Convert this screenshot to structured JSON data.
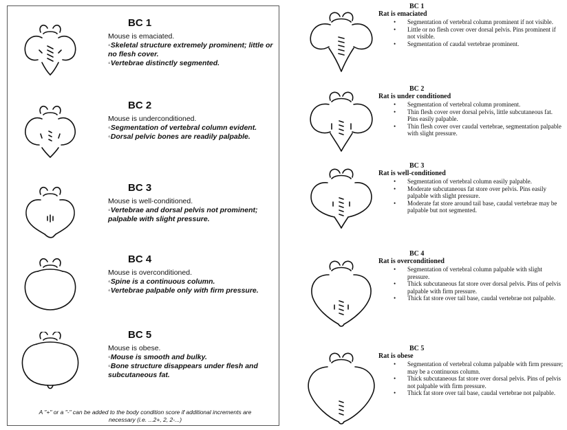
{
  "mouse": {
    "levels": [
      {
        "label": "BC 1",
        "status": "Mouse is emaciated.",
        "bullets": [
          "Skeletal structure extremely prominent; little or no flesh cover.",
          "Vertebrae distinctly segmented."
        ]
      },
      {
        "label": "BC 2",
        "status": "Mouse is underconditioned.",
        "bullets": [
          "Segmentation of vertebral column evident.",
          "Dorsal pelvic bones are readily palpable."
        ]
      },
      {
        "label": "BC 3",
        "status": "Mouse is well-conditioned.",
        "bullets": [
          "Vertebrae and dorsal pelvis not prominent; palpable with slight pressure."
        ]
      },
      {
        "label": "BC 4",
        "status": "Mouse is overconditioned.",
        "bullets": [
          "Spine is a continuous column.",
          "Vertebrae palpable only with firm pressure."
        ]
      },
      {
        "label": "BC 5",
        "status": "Mouse is obese.",
        "bullets": [
          "Mouse is smooth and bulky.",
          "Bone structure disappears under flesh and subcutaneous fat."
        ]
      }
    ],
    "footnote": "A \"+\" or a \"-\" can be added to the body condition score if additional increments are necessary (i.e. ...2+, 2, 2-...)"
  },
  "rat": {
    "levels": [
      {
        "label": "BC 1",
        "prefix": "Rat is",
        "status": "emaciated",
        "bullets": [
          "Segmentation of vertebral column prominent if not visible.",
          "Little or no flesh cover over dorsal pelvis. Pins prominent if not visible.",
          "Segmentation of caudal vertebrae prominent."
        ]
      },
      {
        "label": "BC 2",
        "prefix": "Rat is",
        "status": "under conditioned",
        "bullets": [
          "Segmentation of vertebral column prominent.",
          "Thin flesh cover over dorsal pelvis, little subcutaneous fat. Pins easily palpable.",
          "Thin flesh cover over caudal vertebrae, segmentation palpable with slight pressure."
        ]
      },
      {
        "label": "BC 3",
        "prefix": "Rat is",
        "status": "well-conditioned",
        "bullets": [
          "Segmentation of vertebral column easily palpable.",
          "Moderate subcutaneous fat store over pelvis. Pins easily palpable with slight pressure.",
          "Moderate fat store around tail base, caudal vertebrae may be palpable but not segmented."
        ]
      },
      {
        "label": "BC 4",
        "prefix": "Rat is",
        "status": "overconditioned",
        "bullets": [
          "Segmentation of vertebral column palpable with slight pressure.",
          "Thick subcutaneous fat store over dorsal pelvis. Pins of pelvis palpable with firm pressure.",
          "Thick fat store over tail base, caudal vertebrae not palpable."
        ]
      },
      {
        "label": "BC 5",
        "prefix": "Rat is",
        "status": "obese",
        "bullets": [
          "Segmentation of vertebral column palpable with firm pressure; may be a continuous column.",
          "Thick subcutaneous fat store over dorsal pelvis. Pins of pelvis not palpable with firm pressure.",
          "Thick fat store over tail base, caudal vertebrae not palpable."
        ]
      }
    ]
  }
}
